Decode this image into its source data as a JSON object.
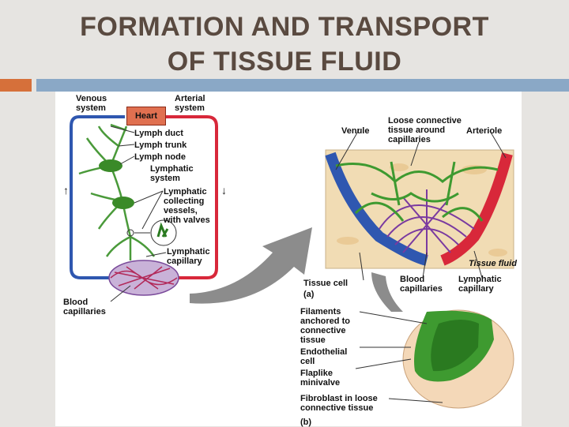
{
  "title": {
    "line1": "FORMATION AND TRANSPORT",
    "line2": "OF TISSUE FLUID"
  },
  "colors": {
    "title": "#5a4a40",
    "accent_orange": "#d6703a",
    "accent_blue": "#8aa8c6",
    "vein": "#2f57b0",
    "artery": "#d8283a",
    "lymph": "#4a9a3a"
  },
  "left": {
    "venous_system": [
      "Venous",
      "system"
    ],
    "arterial_system": [
      "Arterial",
      "system"
    ],
    "heart": "Heart",
    "lymph_duct": "Lymph duct",
    "lymph_trunk": "Lymph trunk",
    "lymph_node": "Lymph node",
    "lymphatic_system": [
      "Lymphatic",
      "system"
    ],
    "collecting": [
      "Lymphatic",
      "collecting",
      "vessels,",
      "with valves"
    ],
    "lymphatic_capillary": [
      "Lymphatic",
      "capillary"
    ],
    "blood_capillaries": [
      "Blood",
      "capillaries"
    ]
  },
  "right_a": {
    "venule": "Venule",
    "loose_tissue": [
      "Loose connective",
      "tissue around",
      "capillaries"
    ],
    "arteriole": "Arteriole",
    "tissue_fluid": "Tissue fluid",
    "tissue_cell": "Tissue cell",
    "blood_capillaries": [
      "Blood",
      "capillaries"
    ],
    "lymphatic_capillary": [
      "Lymphatic",
      "capillary"
    ],
    "panel_label": "(a)"
  },
  "right_b": {
    "filaments": [
      "Filaments",
      "anchored to",
      "connective",
      "tissue"
    ],
    "endothelial": [
      "Endothelial",
      "cell"
    ],
    "flaplike": [
      "Flaplike",
      "minivalve"
    ],
    "fibroblast": [
      "Fibroblast in loose",
      "connective tissue"
    ],
    "panel_label": "(b)"
  }
}
